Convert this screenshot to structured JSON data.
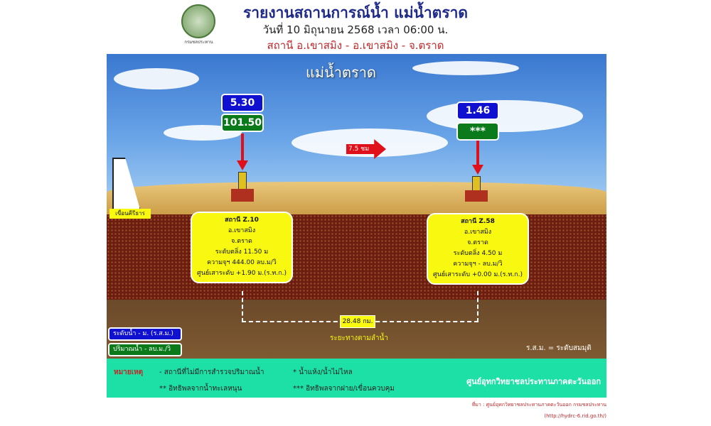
{
  "header": {
    "logo_text": "กรมชลประทาน",
    "title": "รายงานสถานการณ์น้ำ แม่น้ำตราด",
    "date": "วันที่ 10 มิถุนายน 2568 เวลา 06:00 น.",
    "station": "สถานี อ.เขาสมิง - อ.เขาสมิง - จ.ตราด"
  },
  "scene": {
    "river_name": "แม่น้ำตราด",
    "dam_label": "เขื่อนคีรีธาร",
    "flow_time": "7.5 ชม",
    "distance": "28.48 กม.",
    "distance_label": "ระยะทางตามลำน้ำ",
    "msl_note": "ร.ส.ม. = ระดับสมมุติ"
  },
  "stations": [
    {
      "level": "5.30",
      "flow": "101.50",
      "name": "สถานี Z.10",
      "amphoe": "อ.เขาสมิง",
      "province": "จ.ตราด",
      "bank": "ระดับตลิ่ง 11.50 ม",
      "capacity": "ความจุฯ 444.00 ลบ.ม/วิ",
      "datum": "ศูนย์เสาระดับ +1.90 ม.(ร.ท.ก.)"
    },
    {
      "level": "1.46",
      "flow": "***",
      "name": "สถานี Z.58",
      "amphoe": "อ.เขาสมิง",
      "province": "จ.ตราด",
      "bank": "ระดับตลิ่ง 4.50 ม",
      "capacity": "ความจุฯ - ลบ.ม/วิ",
      "datum": "ศูนย์เสาระดับ +0.00 ม.(ร.ท.ก.)"
    }
  ],
  "legend": {
    "level": "ระดับน้ำ - ม. (ร.ส.ม.)",
    "flow": "ปริมาณน้ำ - ลบ.ม./วิ"
  },
  "notes": {
    "label": "หมายเหตุ",
    "n1": "-  สถานีที่ไม่มีการสำรวจปริมาณน้ำ",
    "n2": "*   น้ำแห้ง/น้ำไม่ไหล",
    "n3": "** อิทธิพลจากน้ำทะเลหนุน",
    "n4": "*** อิทธิพลจากฝาย/เขื่อนควบคุม",
    "center": "ศูนย์อุทกวิทยาชลประทานภาคตะวันออก"
  },
  "source": {
    "line1": "ที่มา : ศูนย์อุทกวิทยาชลประทานภาคตะวันออก  กรมชลประทาน",
    "line2": "(http://hydrc-6.rid.go.th/)"
  }
}
